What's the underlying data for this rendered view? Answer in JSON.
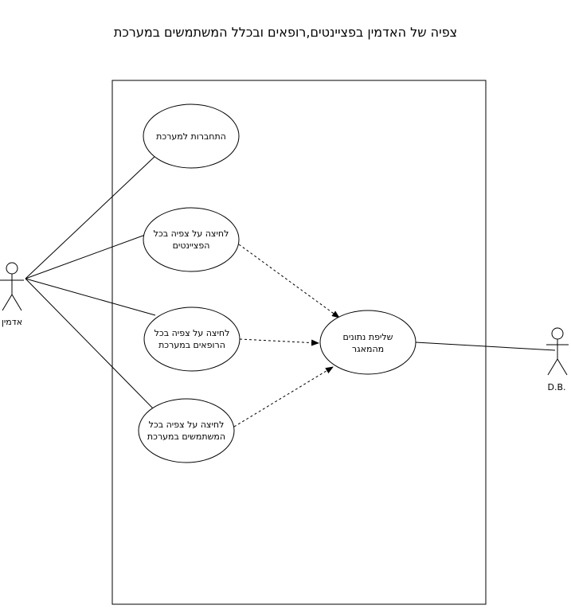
{
  "title": "צפיה של האדמין בפציינטים,רופאים ובכלל המשתמשים במערכת",
  "actors": {
    "admin": "אדמין",
    "db": "D.B."
  },
  "use_cases": {
    "login": [
      "התחברות למערכת"
    ],
    "view_patients": [
      "לחיצה על צפיה בכל",
      "הפציינטים"
    ],
    "view_doctors": [
      "לחיצה על צפיה בכל",
      "הרופאים במערכת"
    ],
    "view_users": [
      "לחיצה על צפיה בכל",
      "המשתמשים במערכת"
    ],
    "fetch_data": [
      "שליפת נתונים",
      "מהמאגר"
    ]
  }
}
